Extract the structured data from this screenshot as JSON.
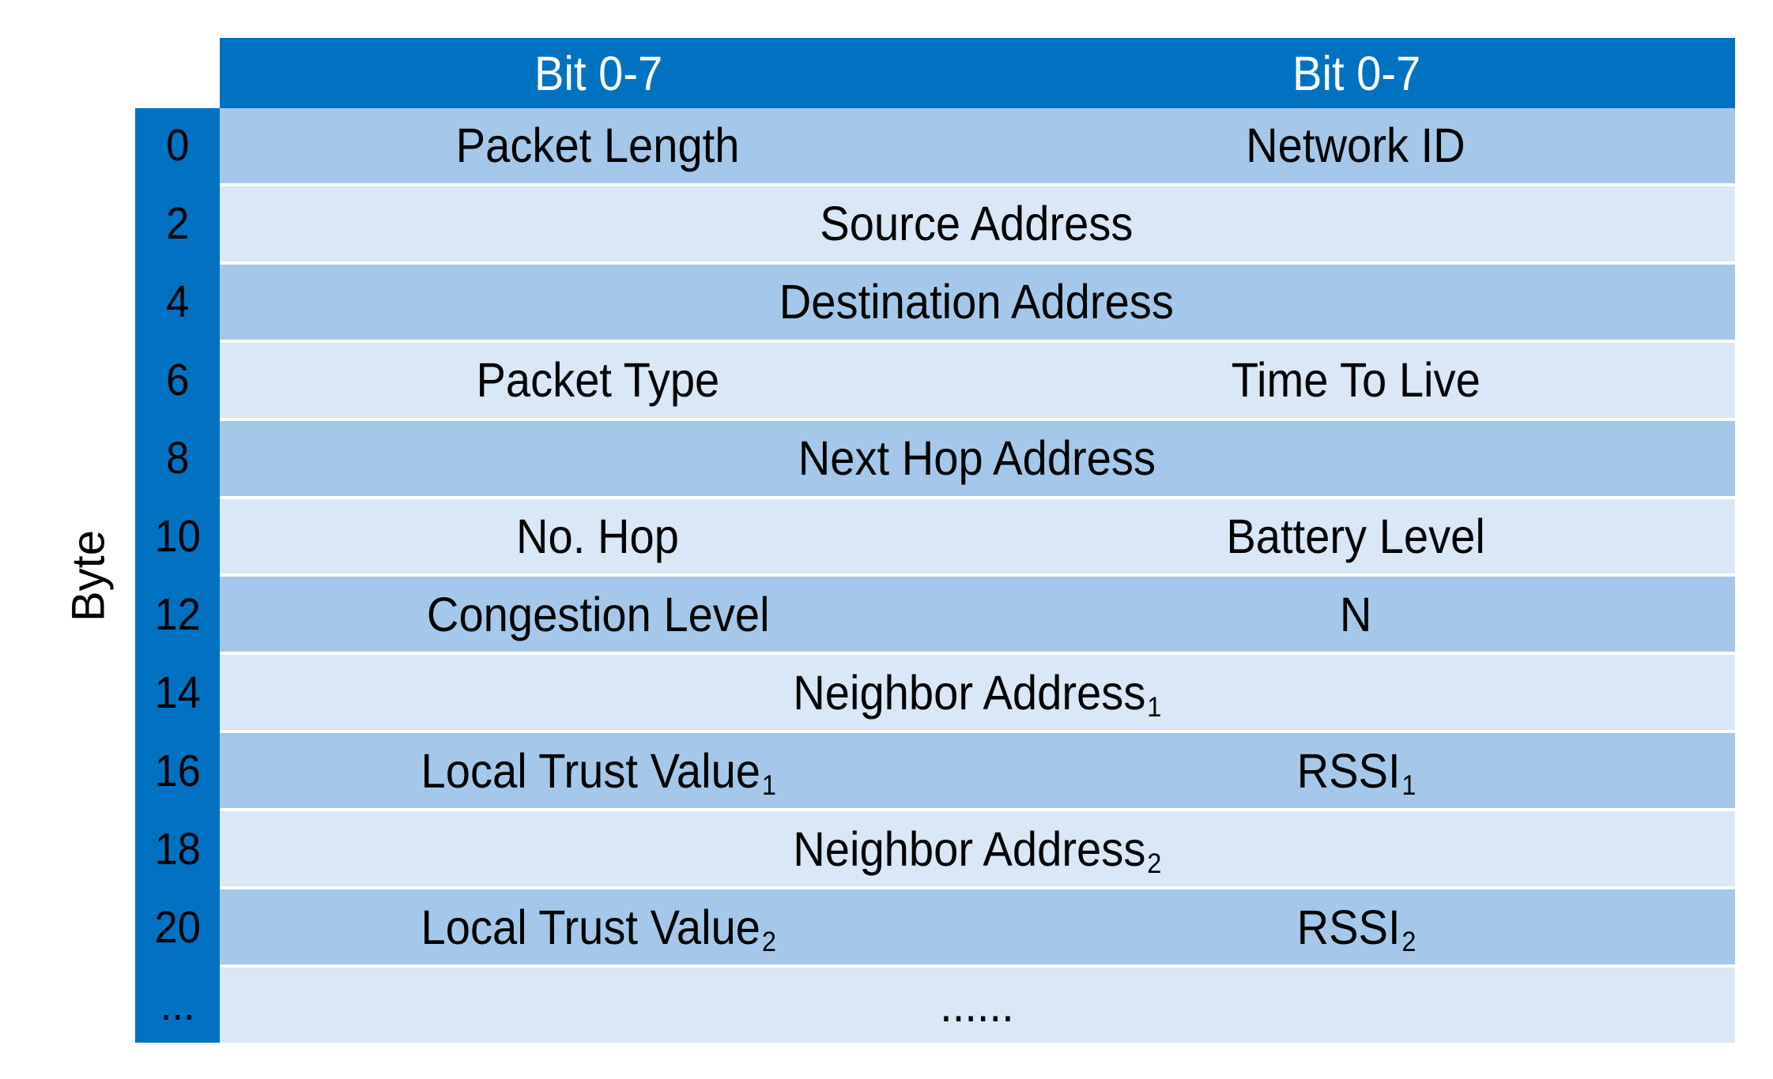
{
  "table": {
    "corner_label": "Byte",
    "header": {
      "col1": "Bit 0-7",
      "col2": "Bit 0-7"
    },
    "rows": [
      {
        "byte": "0",
        "cells": [
          {
            "label": "Packet Length"
          },
          {
            "label": "Network ID"
          }
        ]
      },
      {
        "byte": "2",
        "cells": [
          {
            "label": "Source Address"
          }
        ]
      },
      {
        "byte": "4",
        "cells": [
          {
            "label": "Destination Address"
          }
        ]
      },
      {
        "byte": "6",
        "cells": [
          {
            "label": "Packet Type"
          },
          {
            "label": "Time To Live"
          }
        ]
      },
      {
        "byte": "8",
        "cells": [
          {
            "label": "Next Hop Address"
          }
        ]
      },
      {
        "byte": "10",
        "cells": [
          {
            "label": "No. Hop"
          },
          {
            "label": "Battery Level"
          }
        ]
      },
      {
        "byte": "12",
        "cells": [
          {
            "label": "Congestion Level"
          },
          {
            "label": "N"
          }
        ]
      },
      {
        "byte": "14",
        "cells": [
          {
            "label": "Neighbor Address",
            "sub": "1"
          }
        ]
      },
      {
        "byte": "16",
        "cells": [
          {
            "label": "Local Trust Value",
            "sub": "1"
          },
          {
            "label": "RSSI",
            "sub": "1"
          }
        ]
      },
      {
        "byte": "18",
        "cells": [
          {
            "label": "Neighbor Address",
            "sub": "2"
          }
        ]
      },
      {
        "byte": "20",
        "cells": [
          {
            "label": "Local Trust Value",
            "sub": "2"
          },
          {
            "label": "RSSI",
            "sub": "2"
          }
        ]
      },
      {
        "byte": "...",
        "cells": [
          {
            "label": "......"
          }
        ]
      }
    ],
    "colors": {
      "header_fill": "#0072c1",
      "row_medium_fill": "#a5c8ea",
      "row_light_fill": "#d9e7f6",
      "header_text": "#ffffff",
      "cell_text": "#000000"
    }
  }
}
